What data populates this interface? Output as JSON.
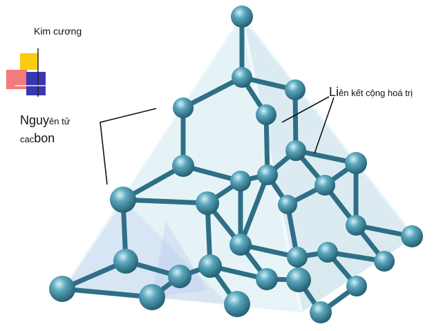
{
  "title": "Kim cương",
  "label_atom": {
    "line1_big": "Nguy",
    "line1_small": "ên tử",
    "line2_small": "cac",
    "line2_big": "bon"
  },
  "label_bond": {
    "big": "Li",
    "small": "ên kết cộng hoá trị"
  },
  "colors": {
    "atom_fill": "#3f8aa0",
    "atom_dark": "#1e5a6c",
    "atom_highlight": "#b9e6f0",
    "bond": "#2e6f86",
    "tetra_face": "#c9e6ee",
    "tetra_face2": "#bcd3ea",
    "logo_yellow": "#f9c900",
    "logo_red": "#f05a5a",
    "logo_blue": "#2222aa"
  }
}
